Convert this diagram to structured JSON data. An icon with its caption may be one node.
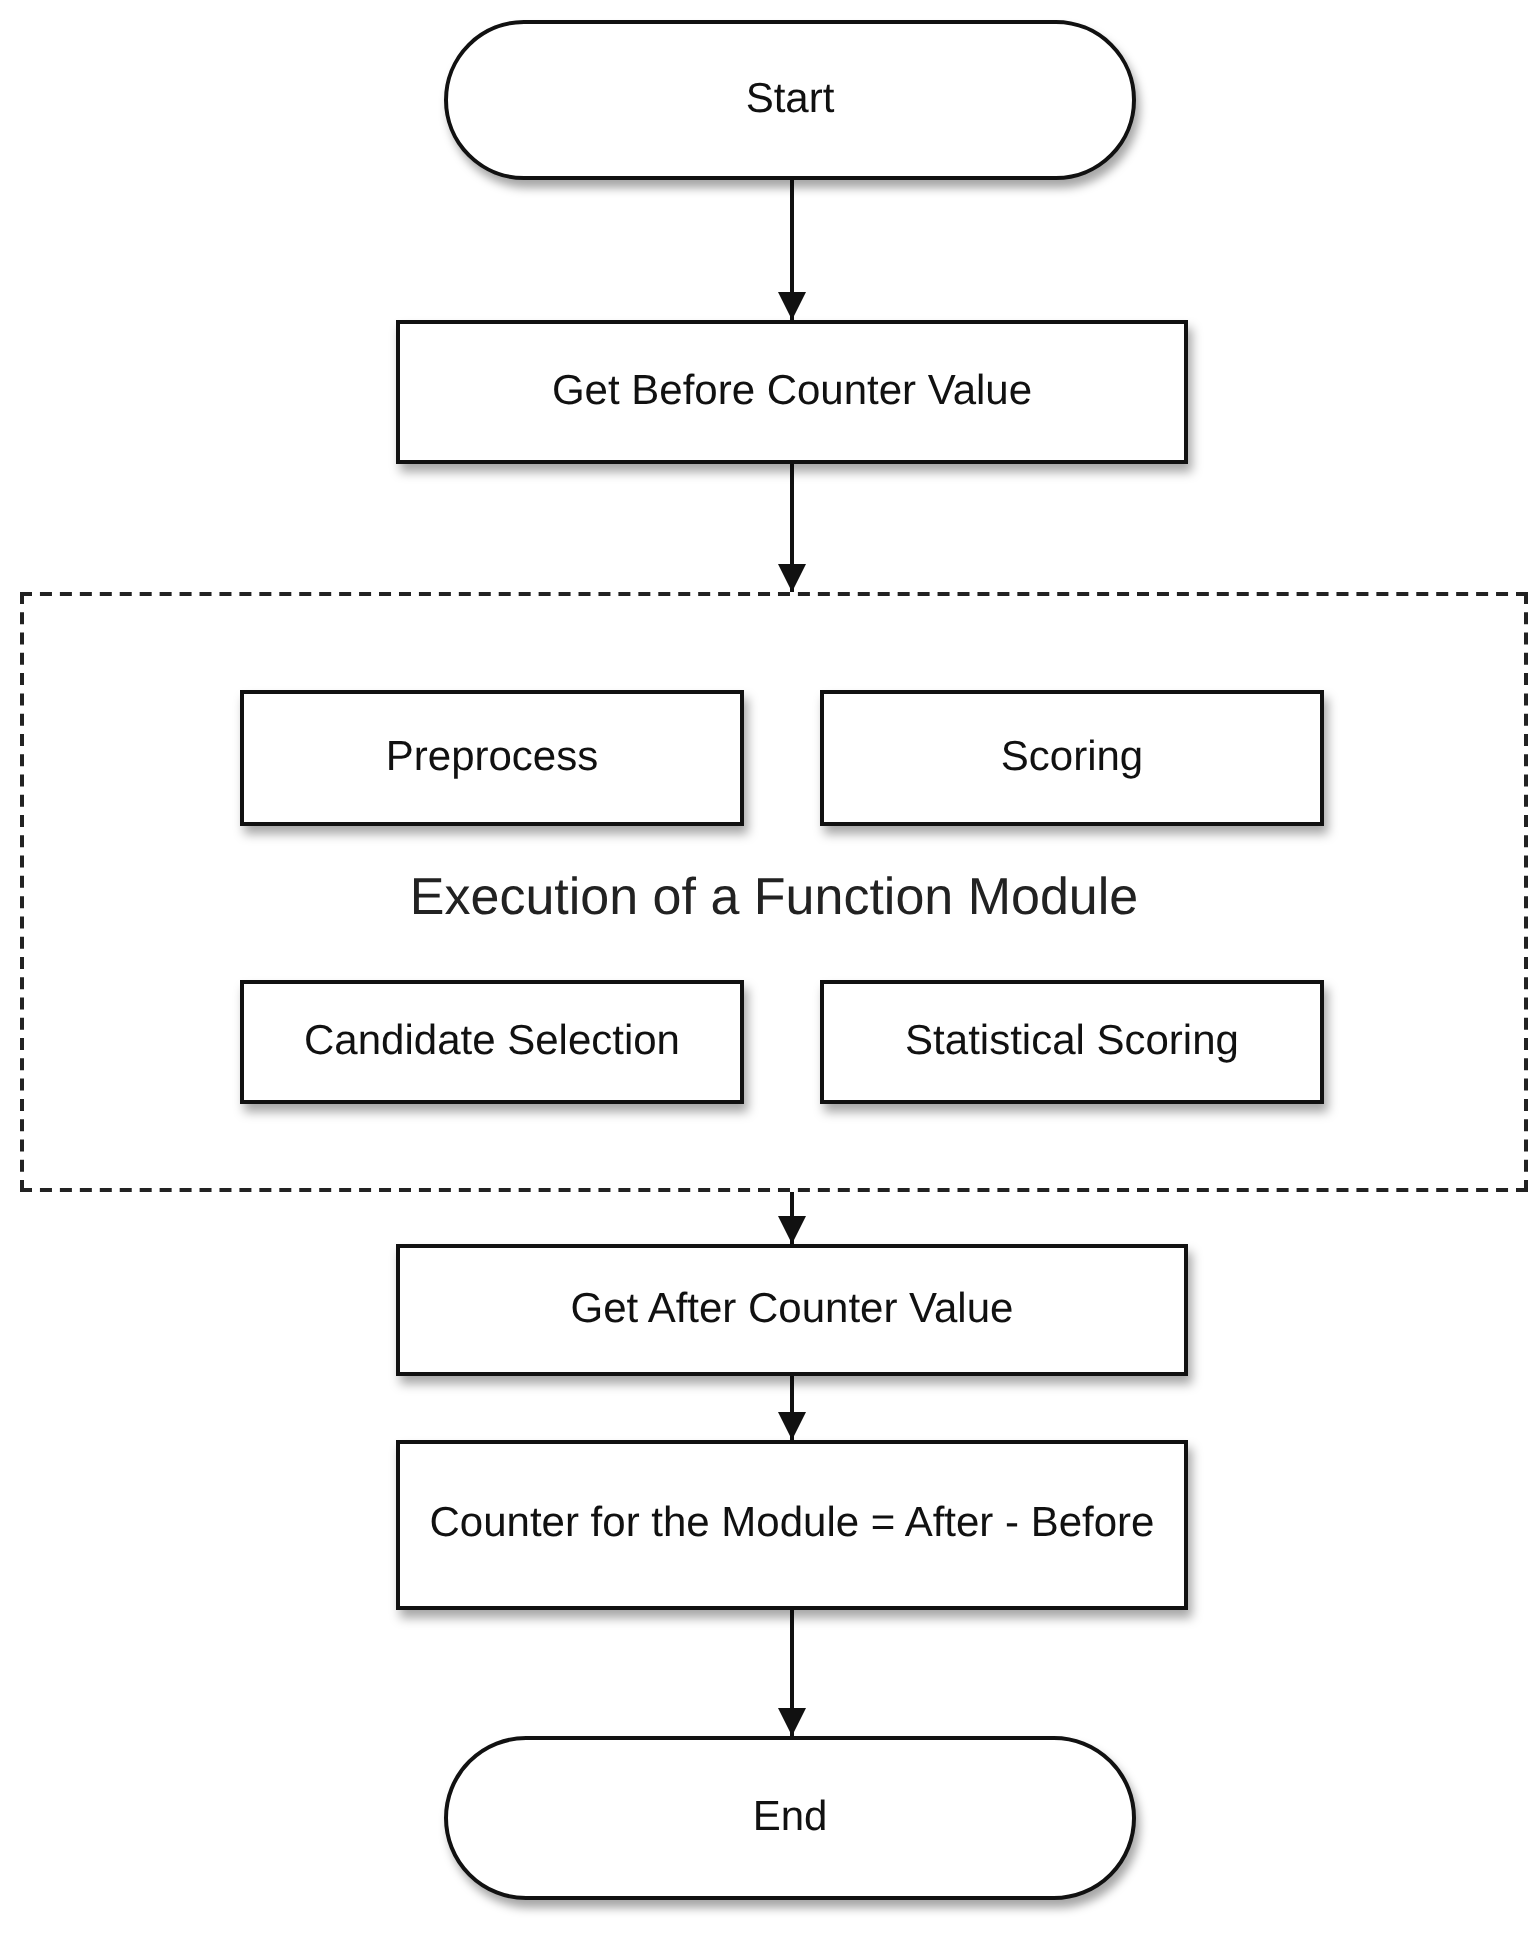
{
  "diagram": {
    "nodes": [
      {
        "text": [
          "Start"
        ]
      },
      {
        "text": [
          "Get Before Counter Value"
        ]
      },
      {
        "text": [
          "Execution of a Function Module"
        ]
      },
      {
        "text": [
          "Preprocess"
        ],
        "in": 2
      },
      {
        "text": [
          "Scoring"
        ],
        "in": 2
      },
      {
        "text": [
          "Candidate Selection"
        ],
        "in": 2
      },
      {
        "text": [
          "Statistical Scoring"
        ],
        "in": 2
      },
      {
        "text": [
          "Get After Counter Value"
        ]
      },
      {
        "text": [
          "Counter for the Module = After - Before"
        ]
      },
      {
        "text": [
          "End"
        ]
      }
    ],
    "edges": [
      {
        "from": 0,
        "to": 1,
        "arrow": "to"
      },
      {
        "from": 1,
        "to": 2,
        "arrow": "to"
      },
      {
        "from": 2,
        "to": 7,
        "arrow": "to"
      },
      {
        "from": 7,
        "to": 8,
        "arrow": "to"
      },
      {
        "from": 8,
        "to": 9,
        "arrow": "to"
      }
    ]
  }
}
